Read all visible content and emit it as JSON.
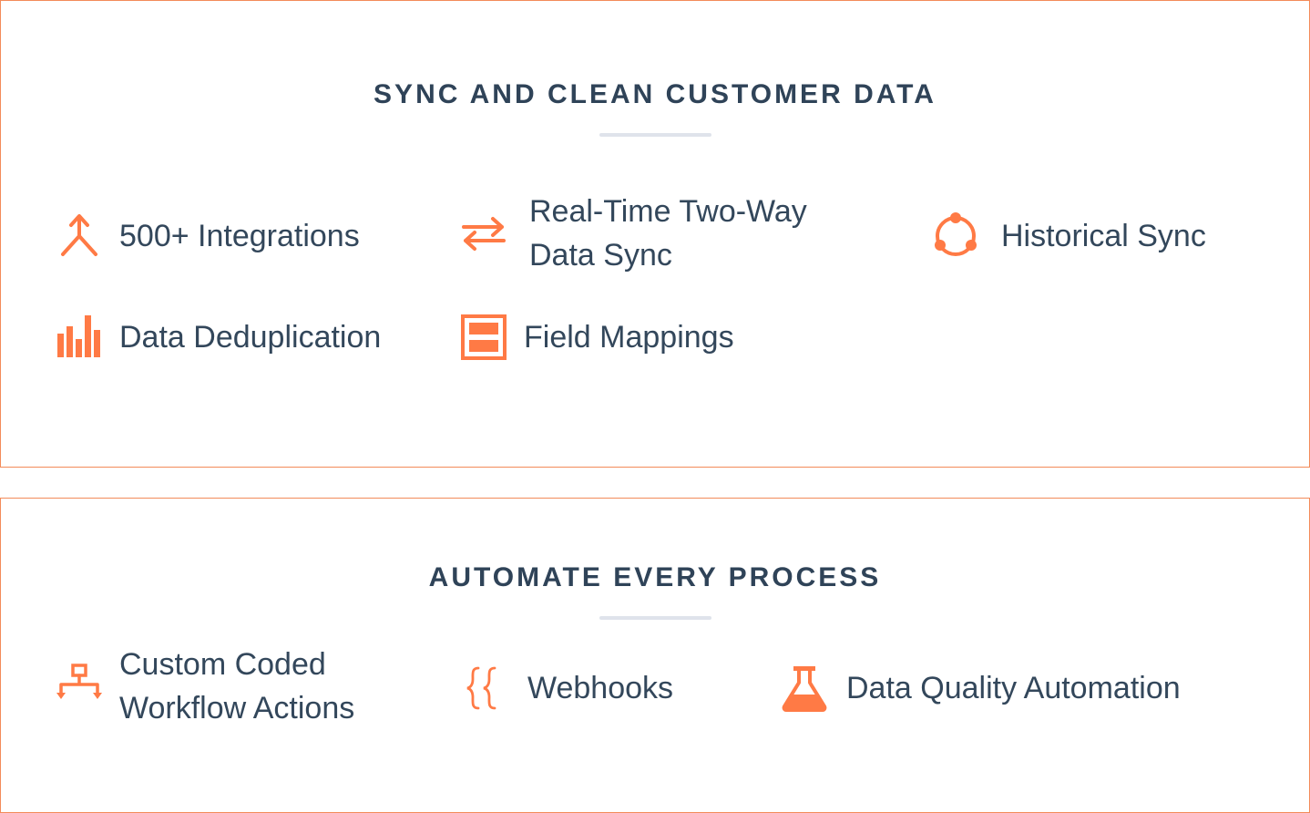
{
  "sections": [
    {
      "title": "SYNC AND CLEAN CUSTOMER DATA",
      "features": [
        {
          "label": "500+ Integrations",
          "icon": "merge-arrow-icon"
        },
        {
          "label_lines": [
            "Real-Time Two-Way",
            "Data Sync"
          ],
          "icon": "two-way-arrows-icon"
        },
        {
          "label": "Historical Sync",
          "icon": "cycle-nodes-icon"
        },
        {
          "label": "Data Deduplication",
          "icon": "bar-chart-icon"
        },
        {
          "label": "Field Mappings",
          "icon": "field-mapping-icon"
        }
      ]
    },
    {
      "title": "AUTOMATE EVERY PROCESS",
      "features": [
        {
          "label_lines": [
            "Custom Coded",
            "Workflow Actions"
          ],
          "icon": "workflow-branch-icon"
        },
        {
          "label": "Webhooks",
          "icon": "curly-braces-icon"
        },
        {
          "label": "Data Quality Automation",
          "icon": "flask-icon"
        }
      ]
    }
  ],
  "colors": {
    "accent": "#ff7a45",
    "border": "#f38b5a",
    "heading": "#2f4358",
    "text": "#33475b",
    "divider": "#dfe3eb"
  }
}
